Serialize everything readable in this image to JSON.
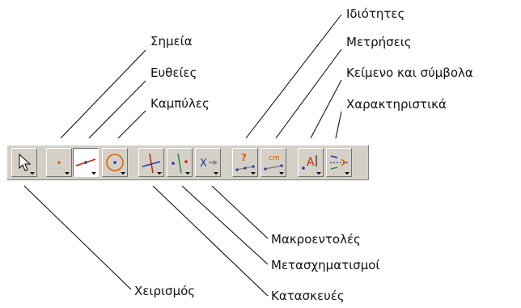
{
  "labels": {
    "points": "Σημεία",
    "lines": "Ευθείες",
    "curves": "Καμπύλες",
    "properties": "Ιδιότητες",
    "measurements": "Μετρήσεις",
    "text_symbols": "Κείμενο και σύμβολα",
    "attributes": "Χαρακτηριστικά",
    "macros": "Μακροεντολές",
    "transformations": "Μετασχηματισμοί",
    "manipulation": "Χειρισμός",
    "constructions": "Κατασκευές"
  },
  "toolbar": {
    "measure_glyph": "cm",
    "properties_glyph": "?",
    "text_glyph": "A",
    "macro_glyph": "X"
  },
  "colors": {
    "toolbar_bg": "#d4d0c8",
    "red": "#cc2200",
    "blue": "#1a3aa8",
    "green": "#2a8a2a",
    "orange": "#e06000",
    "gray": "#808080"
  }
}
